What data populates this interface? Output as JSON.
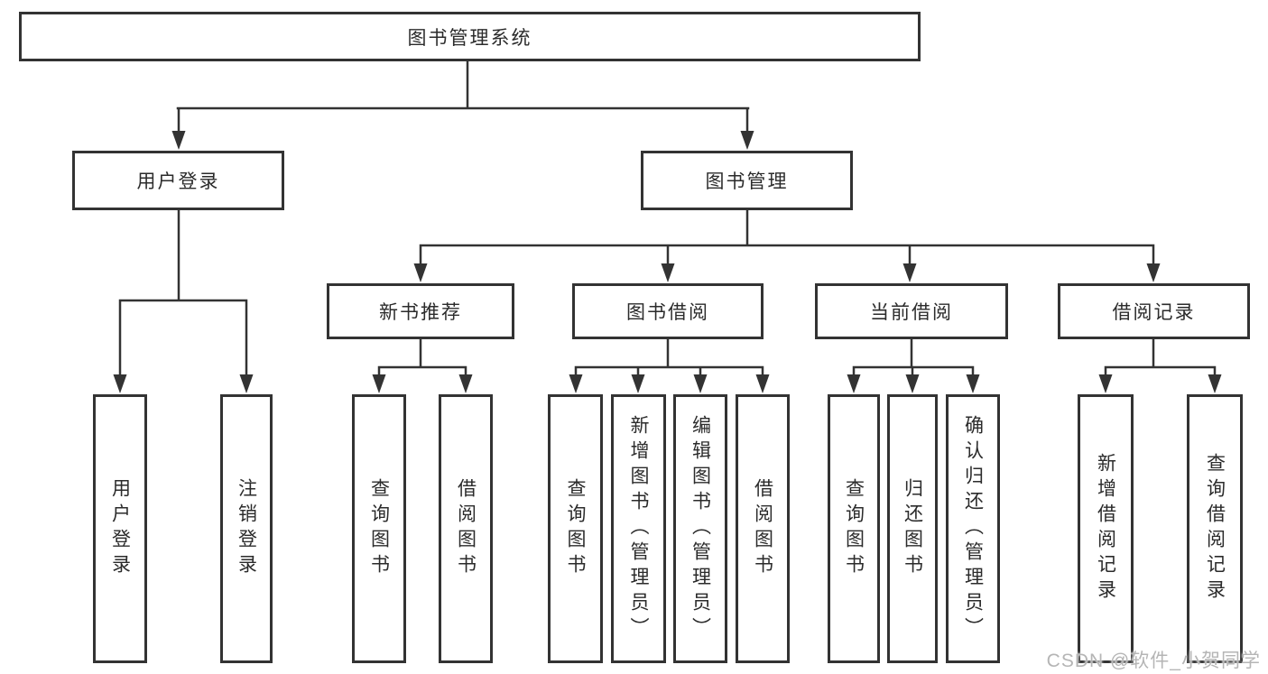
{
  "tree": {
    "root": {
      "label": "图书管理系统"
    },
    "branches": [
      {
        "label": "用户登录",
        "children": [
          {
            "label": "用户登录"
          },
          {
            "label": "注销登录"
          }
        ]
      },
      {
        "label": "图书管理",
        "children": [
          {
            "label": "新书推荐",
            "children": [
              {
                "label": "查询图书"
              },
              {
                "label": "借阅图书"
              }
            ]
          },
          {
            "label": "图书借阅",
            "children": [
              {
                "label": "查询图书"
              },
              {
                "label": "新增图书（管理员）"
              },
              {
                "label": "编辑图书（管理员）"
              },
              {
                "label": "借阅图书"
              }
            ]
          },
          {
            "label": "当前借阅",
            "children": [
              {
                "label": "查询图书"
              },
              {
                "label": "归还图书"
              },
              {
                "label": "确认归还（管理员）"
              }
            ]
          },
          {
            "label": "借阅记录",
            "children": [
              {
                "label": "新增借阅记录"
              },
              {
                "label": "查询借阅记录"
              }
            ]
          }
        ]
      }
    ]
  },
  "watermark": {
    "text": "CSDN @软件_小贺同学"
  },
  "colors": {
    "line": "#333333",
    "text": "#2b2b2b",
    "watermark": "#b5b5b5",
    "background": "#ffffff"
  }
}
